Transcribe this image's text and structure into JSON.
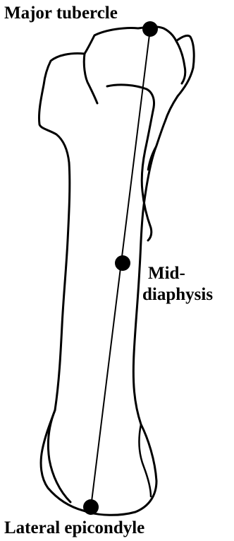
{
  "labels": {
    "major_tubercle": "Major tubercle",
    "mid_diaphysis_line1": "Mid-",
    "mid_diaphysis_line2": "diaphysis",
    "lateral_epicondyle": "Lateral epicondyle"
  },
  "colors": {
    "outline": "#000000",
    "background": "#ffffff",
    "landmark_dot": "#000000"
  }
}
